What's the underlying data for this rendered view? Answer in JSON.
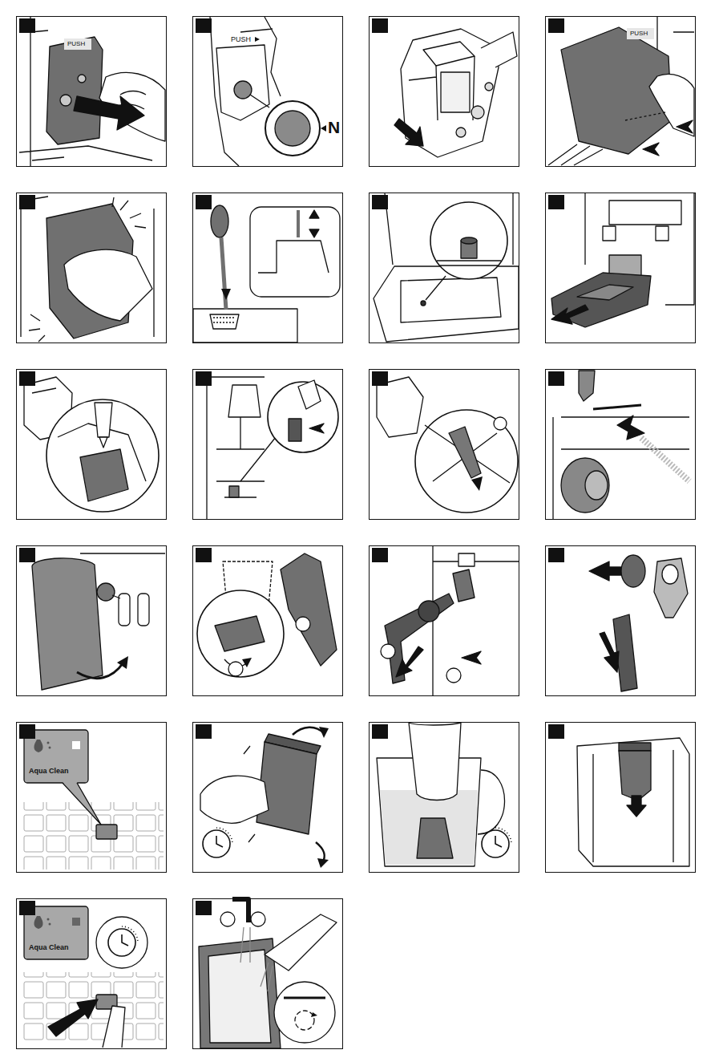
{
  "diagram": {
    "labels": [
      "PUSH",
      "PUSH",
      "N",
      "PUSH",
      "Aqua Clean",
      "Aqua Clean"
    ]
  }
}
